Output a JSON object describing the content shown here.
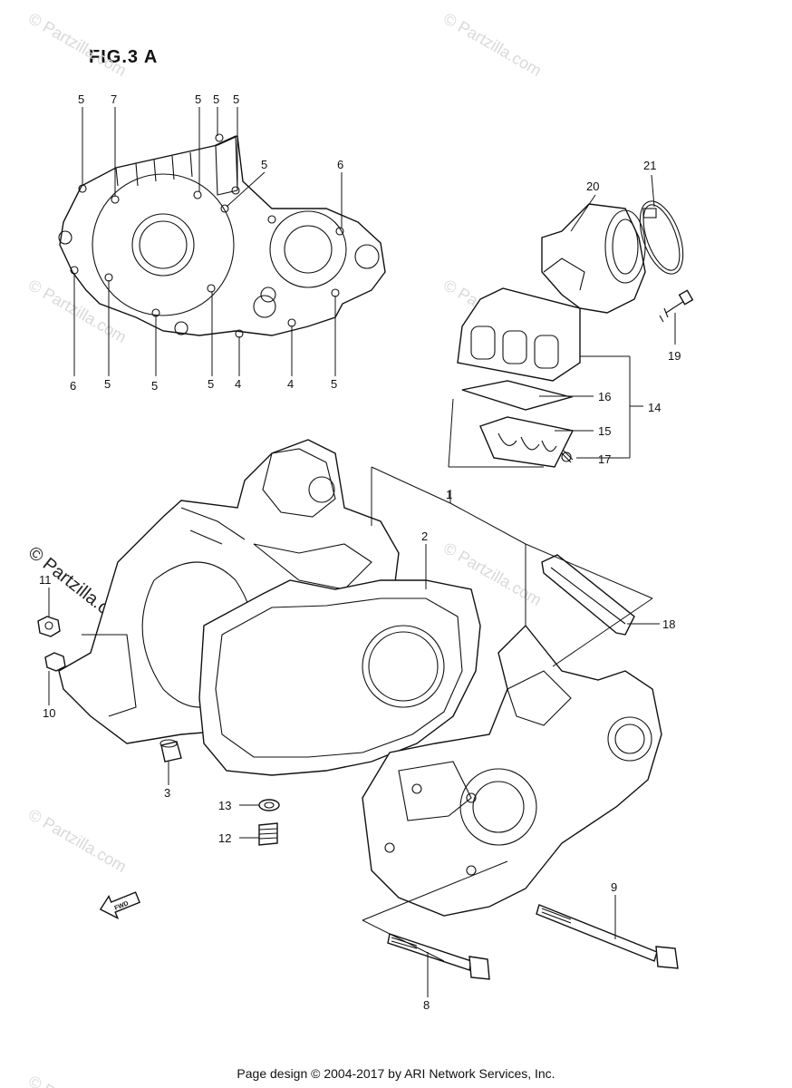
{
  "figure": {
    "title": "FIG.3 A"
  },
  "watermark": {
    "text": "© Partzilla.com",
    "main_text": "© Partzilla.com"
  },
  "footer": {
    "text": "Page design © 2004-2017 by ARI Network Services, Inc."
  },
  "fwd_label": "FWD",
  "callouts": {
    "top_left": [
      "5",
      "7",
      "5",
      "5",
      "5",
      "5",
      "6",
      "6",
      "5",
      "5",
      "5",
      "4",
      "4",
      "5"
    ],
    "p1": "1",
    "p2": "2",
    "p3": "3",
    "p8": "8",
    "p9": "9",
    "p10": "10",
    "p11": "11",
    "p12": "12",
    "p13": "13",
    "p14": "14",
    "p15": "15",
    "p16": "16",
    "p17": "17",
    "p18": "18",
    "p19": "19",
    "p20": "20",
    "p21": "21"
  }
}
